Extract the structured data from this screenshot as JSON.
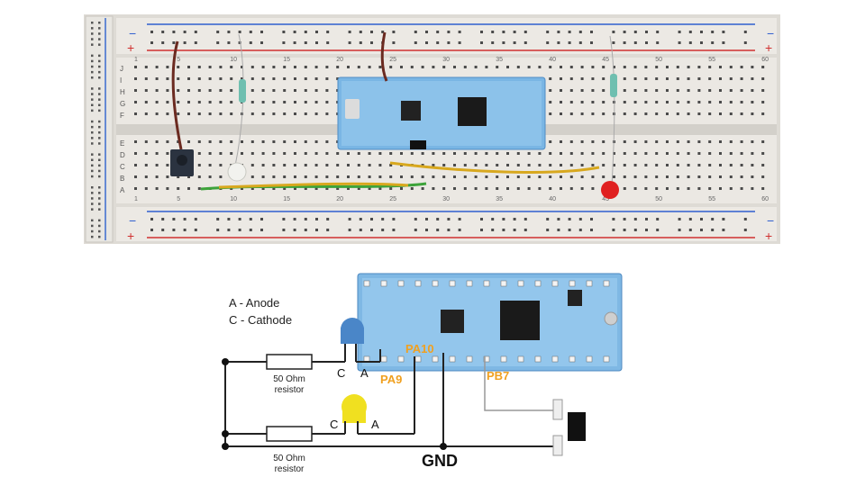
{
  "breadboard": {
    "rail_plus": "+",
    "rail_minus": "−",
    "row_letters_top": [
      "J",
      "I",
      "H",
      "G",
      "F"
    ],
    "row_letters_bottom": [
      "E",
      "D",
      "C",
      "B",
      "A"
    ],
    "column_numbers": [
      "1",
      "5",
      "10",
      "15",
      "20",
      "25",
      "30",
      "35",
      "40",
      "45",
      "50",
      "55",
      "60"
    ]
  },
  "legend": {
    "anode": "A - Anode",
    "cathode": "C - Cathode"
  },
  "pins": {
    "pa10": "PA10",
    "pa9": "PA9",
    "pb7": "PB7"
  },
  "resistors": {
    "top_line1": "50 Ohm",
    "top_line2": "resistor",
    "bottom_line1": "50 Ohm",
    "bottom_line2": "resistor"
  },
  "led_terminals": {
    "top_c": "C",
    "top_a": "A",
    "bottom_c": "C",
    "bottom_a": "A"
  },
  "ground_label": "GND",
  "colors": {
    "pin_label": "#f0a020",
    "board_blue": "#5aa0d8",
    "led_blue": "#4a86c8",
    "led_yellow": "#f0e020",
    "led_red": "#e02020"
  }
}
